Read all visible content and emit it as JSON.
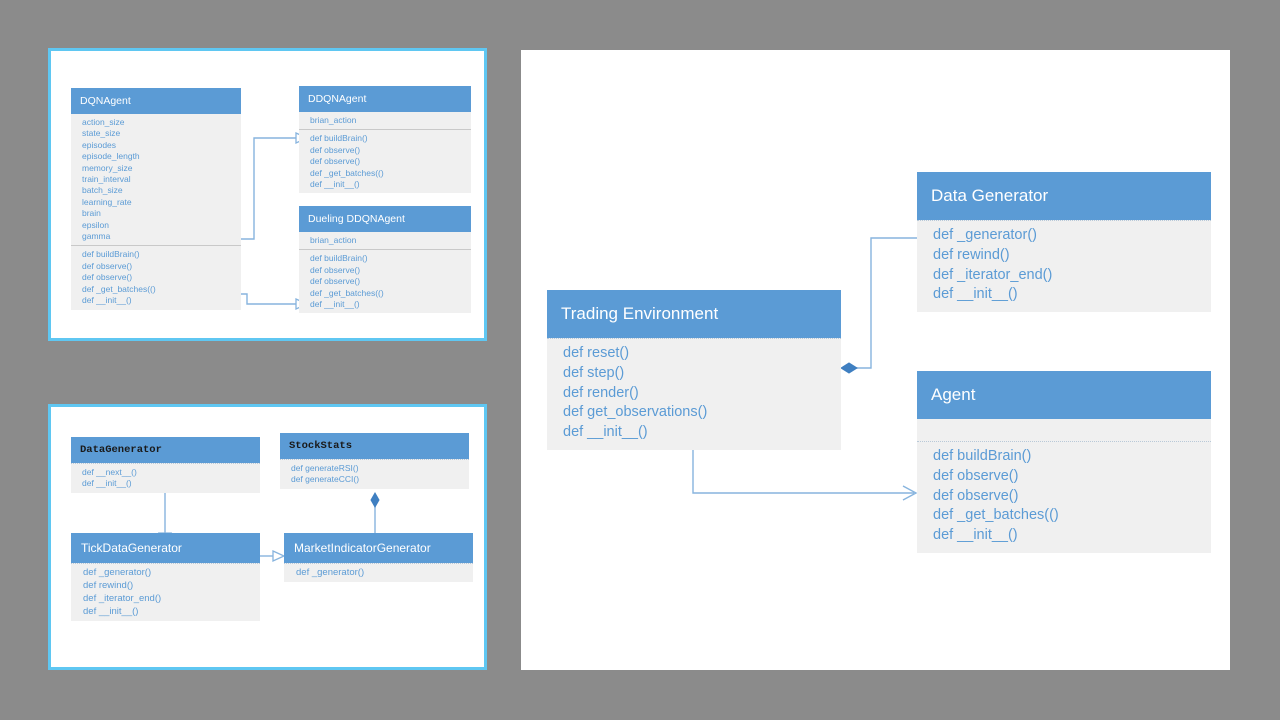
{
  "canvas": {
    "background_color": "#8b8b8b",
    "panel_background": "#ffffff",
    "panel_border_color": "#5fc7f2",
    "header_color": "#5b9bd5",
    "body_color": "#f0f0f0",
    "text_color": "#5b9bd5",
    "connector_color": "#87b4de"
  },
  "panels": {
    "agents": {
      "name": "agent-hierarchy-panel",
      "classes": {
        "dqn_agent": {
          "title": "DQNAgent",
          "attributes": [
            "action_size",
            "state_size",
            "episodes",
            "episode_length",
            "memory_size",
            "train_interval",
            "batch_size",
            "learning_rate",
            "brain",
            "epsilon",
            "gamma"
          ],
          "methods": [
            "def buildBrain()",
            "def observe()",
            "def observe()",
            "def _get_batches(()",
            "def __init__()"
          ]
        },
        "ddqn_agent": {
          "title": "DDQNAgent",
          "attributes": [
            "brian_action"
          ],
          "methods": [
            "def buildBrain()",
            "def observe()",
            "def observe()",
            "def _get_batches(()",
            "def __init__()"
          ]
        },
        "dueling_ddqn_agent": {
          "title": "Dueling DDQNAgent",
          "attributes": [
            "brian_action"
          ],
          "methods": [
            "def buildBrain()",
            "def observe()",
            "def observe()",
            "def _get_batches(()",
            "def __init__()"
          ]
        }
      },
      "relations": [
        {
          "name": "inheritance-dqn-to-ddqn",
          "type": "generalization",
          "from": "DQNAgent",
          "to": "DDQNAgent"
        },
        {
          "name": "inheritance-dqn-to-dueling-ddqn",
          "type": "generalization",
          "from": "DQNAgent",
          "to": "Dueling DDQNAgent"
        }
      ]
    },
    "data": {
      "name": "data-generator-panel",
      "classes": {
        "data_generator": {
          "title": "DataGenerator",
          "title_style": "mono",
          "methods": [
            "def __next__()",
            "def __init__()"
          ]
        },
        "stock_stats": {
          "title": "StockStats",
          "title_style": "mono",
          "methods": [
            "def generateRSI()",
            "def generateCCI()"
          ]
        },
        "tick_data_generator": {
          "title": "TickDataGenerator",
          "title_style": "sans",
          "methods": [
            "def _generator()",
            "def rewind()",
            "def _iterator_end()",
            "def __init__()"
          ]
        },
        "market_indicator_generator": {
          "title": "MarketIndicatorGenerator",
          "title_style": "sans",
          "methods": [
            "def _generator()"
          ]
        }
      },
      "relations": [
        {
          "name": "inheritance-datagenerator-to-tickdatagenerator",
          "type": "generalization",
          "from": "DataGenerator",
          "to": "TickDataGenerator"
        },
        {
          "name": "inheritance-tickdatagenerator-to-marketindicatorgenerator",
          "type": "generalization",
          "from": "TickDataGenerator",
          "to": "MarketIndicatorGenerator"
        },
        {
          "name": "composition-stockstats-marketindicatorgenerator",
          "type": "composition",
          "from": "StockStats",
          "to": "MarketIndicatorGenerator"
        }
      ]
    },
    "overview": {
      "name": "system-overview-panel",
      "classes": {
        "trading_environment": {
          "title": "Trading Environment",
          "methods": [
            "def reset()",
            "def step()",
            "def render()",
            "def get_observations()",
            "def __init__()"
          ]
        },
        "data_generator": {
          "title": "Data Generator",
          "methods": [
            "def _generator()",
            "def rewind()",
            "def _iterator_end()",
            "def __init__()"
          ]
        },
        "agent": {
          "title": "Agent",
          "attributes": [],
          "methods": [
            "def buildBrain()",
            "def observe()",
            "def observe()",
            "def _get_batches(()",
            "def __init__()"
          ]
        }
      },
      "relations": [
        {
          "name": "composition-datagenerator-tradingenvironment",
          "type": "composition",
          "from": "Data Generator",
          "to": "Trading Environment"
        },
        {
          "name": "association-tradingenvironment-agent",
          "type": "association",
          "from": "Trading Environment",
          "to": "Agent"
        }
      ]
    }
  }
}
